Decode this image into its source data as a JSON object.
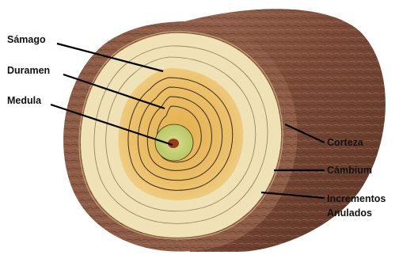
{
  "labels": {
    "samago": "Sámago",
    "duramen": "Duramen",
    "medula": "Medula",
    "corteza": "Corteza",
    "cambium": "Cámbium",
    "incrementos_line1": "Incrementos",
    "incrementos_line2": "Anulados"
  },
  "colors": {
    "bark_dark": "#5b3324",
    "bark_mid": "#8a5a44",
    "bark_light": "#a9826e",
    "sapwood": "#efe2b6",
    "heartwood": "#e9bd62",
    "pith_ring": "#c9d27a",
    "pith_core": "#9c3b1c",
    "ring_line": "#3d2a1a"
  },
  "icons": {
    "log": "log-cross-section-icon"
  }
}
